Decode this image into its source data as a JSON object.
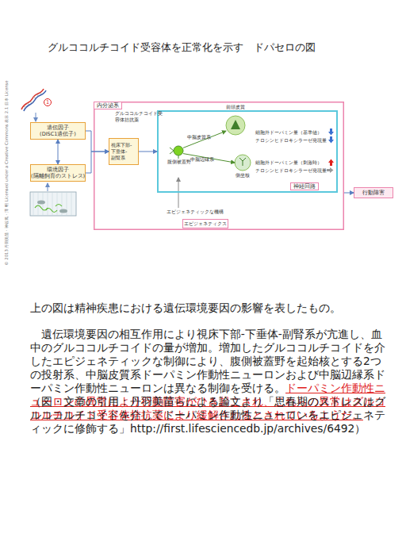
{
  "diagram": {
    "title": "グルココルチコイド受容体を正常化を示す　ドパセロの図",
    "caption": "上の図は精神疾患における遺伝環境要因の影響を表したもの。",
    "nodes": [
      {
        "text": [
          "遺伝因子 (DISC1遺伝子)"
        ]
      },
      {
        "text": [
          "環境因子 (隔離飼育のストレス)"
        ]
      },
      {
        "text": [
          "内分泌系"
        ]
      },
      {
        "text": [
          "視床下部-下垂体-副腎系"
        ],
        "in": 2
      },
      {
        "text": [
          "神経回路"
        ],
        "in": 2
      },
      {
        "text": [
          "前頭皮質"
        ],
        "in": 4
      },
      {
        "text": [
          "腹側被蓋野"
        ],
        "in": 4
      },
      {
        "text": [
          "側坐核"
        ],
        "in": 4
      },
      {
        "text": [
          "エピジェネティクス"
        ],
        "in": 2
      },
      {
        "text": [
          "行動障害"
        ]
      }
    ],
    "edges": [
      {
        "from": 0,
        "to": 1,
        "arrow": "both"
      },
      {
        "from": 0,
        "to": 3,
        "arrow": "to"
      },
      {
        "from": 1,
        "to": 3,
        "arrow": "to"
      },
      {
        "from": 3,
        "to": 4,
        "arrow": "to"
      },
      {
        "from": 6,
        "to": 5,
        "label": "中脳皮質系",
        "arrow": "to"
      },
      {
        "from": 6,
        "to": 7,
        "label": "中脳辺縁系",
        "arrow": "to"
      },
      {
        "from": 2,
        "to": 9,
        "arrow": "to"
      }
    ],
    "labels": [
      "1",
      "© 2013 丹羽美苗・神谷篤・澤 明 Licensed under a Creative Commons 表示 2.1 日本 License",
      "グルココルチコイド受容体拮抗薬",
      "細胞外ドーパミン量（基準値）",
      "チロシンヒドロキシラーゼ発現量",
      "細胞外ドーパミン量（刺激時）",
      "チロシンヒドロキシラーゼ発現量",
      "エピジェネティックな機構",
      "遺伝環境要因の相互作用により視床下部-下垂体-副腎系が亢進し、血中のグルココルチコイドの量が増加。増加したグルココルチコイドを介したエピジェネティックな制御により、腹側被蓋野を起始核とする2つの投射系、中脳皮質系ドーパミン作動性ニューロンおよび中脳辺縁系ドーパミン作動性ニューロンは異なる制御を受ける。",
      "ドーパミン作動性ニューロンの異常により行動障害がひき起こされ、これらの異常はグルココルチコイド受容体拮抗薬により緩解されるとされているようだ。",
      "（図・文章の引用：丹羽美苗らによる論文より「思春期のストレスはグルココルチコイドを介してドーパミン作動性ニューロンをエピジェネティックに修飾する」http://first.lifesciencedb.jp/archives/6492）"
    ]
  }
}
